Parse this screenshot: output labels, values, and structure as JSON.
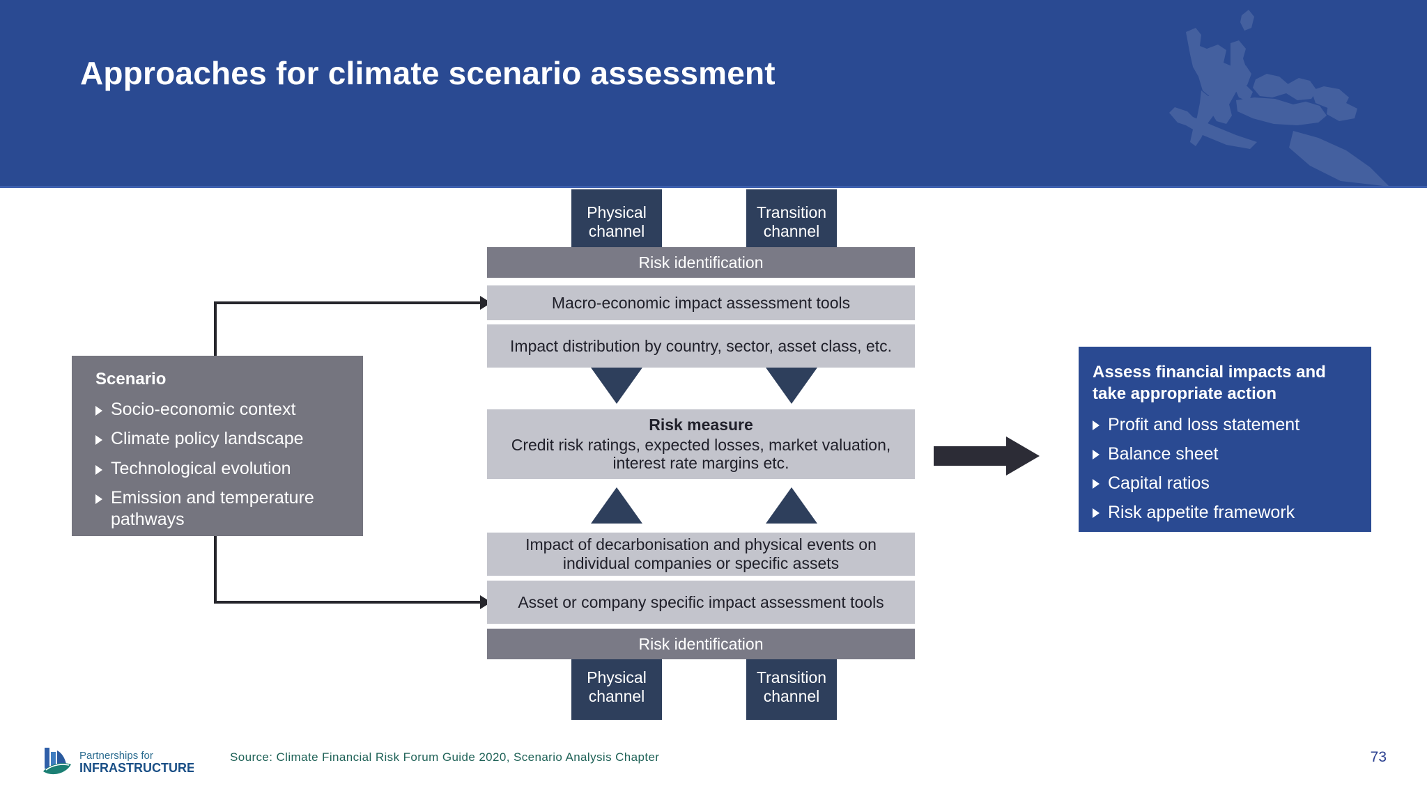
{
  "header": {
    "title": "Approaches for climate scenario assessment",
    "band_color": "#2a4a92",
    "map_watermark": "southeast-asia-map"
  },
  "diagram": {
    "top_channels": [
      {
        "label": "Physical\nchannel"
      },
      {
        "label": "Transition\nchannel"
      }
    ],
    "top_bands": [
      {
        "label": "Risk identification",
        "style": "dark"
      },
      {
        "label": "Macro-economic impact assessment tools",
        "style": "mid"
      },
      {
        "label": "Impact distribution by country, sector, asset class, etc.",
        "style": "mid"
      }
    ],
    "risk_measure": {
      "title": "Risk measure",
      "body": "Credit risk ratings, expected losses, market valuation, interest rate margins etc."
    },
    "bottom_bands": [
      {
        "label": "Impact of decarbonisation and physical events on individual companies or specific assets",
        "style": "mid"
      },
      {
        "label": "Asset or company specific impact assessment tools",
        "style": "mid"
      },
      {
        "label": "Risk identification",
        "style": "dark"
      }
    ],
    "bottom_channels": [
      {
        "label": "Physical\nchannel"
      },
      {
        "label": "Transition\nchannel"
      }
    ]
  },
  "scenario": {
    "title": "Scenario",
    "items": [
      "Socio-economic context",
      "Climate policy landscape",
      "Technological evolution",
      "Emission and temperature pathways"
    ]
  },
  "outcome": {
    "title": "Assess financial impacts and take appropriate action",
    "items": [
      "Profit and loss statement",
      "Balance sheet",
      "Capital ratios",
      "Risk appetite framework"
    ]
  },
  "footer": {
    "logo_line1": "Partnerships for",
    "logo_line2": "INFRASTRUCTURE",
    "source": "Source: Climate Financial Risk Forum Guide 2020, Scenario Analysis Chapter",
    "page_number": "73"
  },
  "colors": {
    "brand_blue": "#2a4a92",
    "navy": "#2e3f5c",
    "band_dark": "#7a7a86",
    "band_mid": "#c3c4cc",
    "scenario_gray": "#75757f",
    "source_teal": "#1f6257"
  }
}
